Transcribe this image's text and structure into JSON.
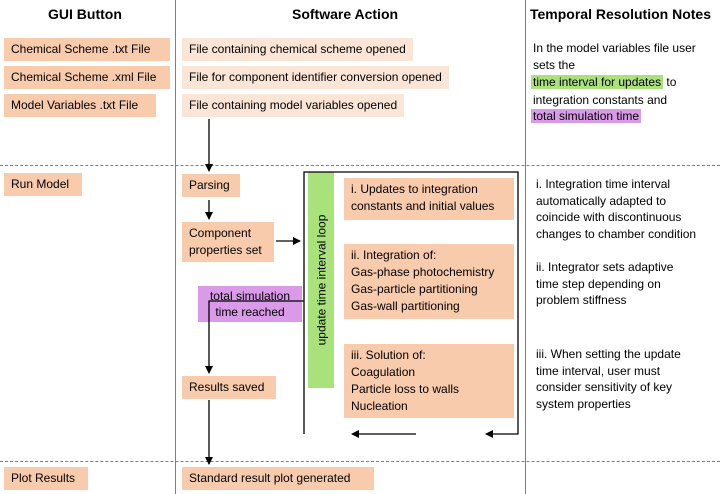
{
  "headers": {
    "gui_button": "GUI Button",
    "software_action": "Software Action",
    "temporal_notes": "Temporal Resolution Notes"
  },
  "gui_buttons": {
    "chem_txt": "Chemical Scheme .txt File",
    "chem_xml": "Chemical Scheme .xml File",
    "model_vars": "Model Variables .txt File",
    "run_model": "Run Model",
    "plot_results": "Plot Results"
  },
  "actions": {
    "chem_opened": "File containing chemical scheme opened",
    "comp_opened": "File for component identifier conversion opened",
    "vars_opened": "File containing model variables opened",
    "parsing": "Parsing",
    "component_line1": "Component",
    "component_line2": "properties set",
    "total_sim_line1": "total simulation",
    "total_sim_line2": "time reached",
    "results_saved": "Results saved",
    "standard_plot": "Standard result plot generated",
    "loop_label": "update time interval loop",
    "step1_line1": "i. Updates to integration",
    "step1_line2": "constants and initial values",
    "step2_line1": "ii. Integration of:",
    "step2_line2": "Gas-phase photochemistry",
    "step2_line3": "Gas-particle partitioning",
    "step2_line4": "Gas-wall partitioning",
    "step3_line1": "iii. Solution of:",
    "step3_line2": "Coagulation",
    "step3_line3": "Particle loss to walls",
    "step3_line4": "Nucleation"
  },
  "notes_top": {
    "line1": "In  the model variables file user",
    "line2": "sets the",
    "hl_update": "time interval for updates",
    "to": " to",
    "line4": "integration constants  and",
    "hl_total": "total simulation time"
  },
  "notes_run": {
    "n1_l1": "i. Integration time interval",
    "n1_l2": "automatically adapted to",
    "n1_l3": "coincide with discontinuous",
    "n1_l4": "changes to chamber condition",
    "n2_l1": "ii. Integrator sets adaptive",
    "n2_l2": "time step depending on",
    "n2_l3": "problem stiffness",
    "n3_l1": "iii. When setting the update",
    "n3_l2": "time interval, user must",
    "n3_l3": "consider sensitivity of key",
    "n3_l4": "system properties"
  },
  "colors": {
    "box": "#f8cbad",
    "box_light": "#fbe5d6",
    "highlight_green": "#a9e27a",
    "highlight_purple": "#d99ae8",
    "divider": "#7f7f7f"
  }
}
